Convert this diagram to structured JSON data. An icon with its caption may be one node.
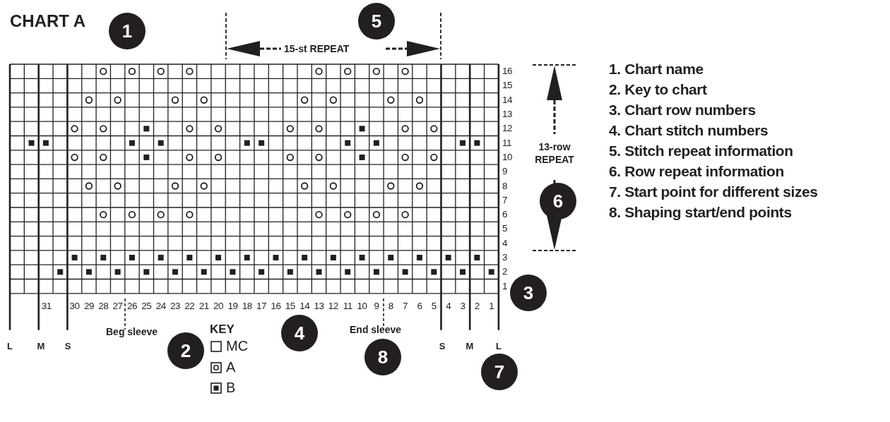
{
  "diagram": {
    "title": "CHART A",
    "nodes": [
      {
        "text": [
          "1"
        ]
      },
      {
        "text": [
          "5"
        ]
      },
      {
        "text": [
          "6"
        ]
      },
      {
        "text": [
          "3"
        ]
      },
      {
        "text": [
          "4"
        ]
      },
      {
        "text": [
          "8"
        ]
      },
      {
        "text": [
          "2"
        ]
      },
      {
        "text": [
          "7"
        ]
      }
    ],
    "edges": [],
    "labels": [
      "15-st REPEAT",
      "16",
      "15",
      "14",
      "13",
      "12",
      "11",
      "10",
      "9",
      "8",
      "7",
      "6",
      "5",
      "4",
      "3",
      "2",
      "1",
      "13-row REPEAT",
      "1. Chart name",
      "2. Key to chart",
      "3. Chart row numbers",
      "4. Chart stitch numbers",
      "5. Stitch repeat information",
      "6. Row repeat information",
      "7. Start point for different sizes",
      "8. Shaping start/end points",
      "31",
      "30",
      "29",
      "28",
      "27",
      "26",
      "25",
      "24",
      "23",
      "22",
      "21",
      "20",
      "19",
      "18",
      "17",
      "16",
      "15",
      "14",
      "13",
      "12",
      "11",
      "10",
      "9",
      "8",
      "7",
      "6",
      "5",
      "4",
      "3",
      "2",
      "1",
      "L",
      "M",
      "S",
      "Beg sleeve",
      "End sleeve",
      "S",
      "M",
      "L",
      "KEY"
    ],
    "legend": [
      {
        "text": "MC"
      },
      {
        "text": "A"
      },
      {
        "text": "B"
      }
    ]
  }
}
